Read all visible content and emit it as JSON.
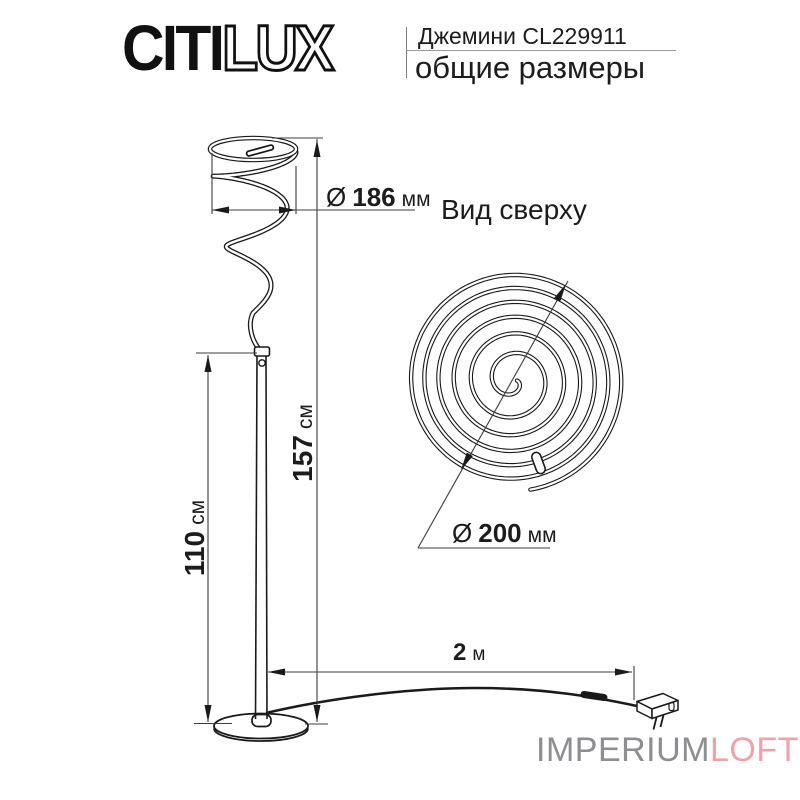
{
  "header": {
    "logo_part1": "CITI",
    "logo_part2": "LUX",
    "product": "Джемини CL229911",
    "subtitle": "общие размеры"
  },
  "labels": {
    "head_diameter": {
      "symbol": "Ø",
      "value": "186",
      "unit": "мм"
    },
    "total_height": {
      "value": "157",
      "unit": "см"
    },
    "pole_height": {
      "value": "110",
      "unit": "см"
    },
    "cable_length": {
      "value": "2",
      "unit": "м"
    },
    "top_view_title": "Вид сверху",
    "top_view_diameter": {
      "symbol": "Ø",
      "value": "200",
      "unit": "мм"
    }
  },
  "watermark": {
    "part1": "IMPERIUM",
    "part2": "LOFT",
    "part1_color": "#8d8d92",
    "part2_color": "#efa2a7"
  },
  "colors": {
    "outline": "#1a1a1a",
    "dimension_line": "#3c3c3c",
    "background": "#ffffff"
  }
}
